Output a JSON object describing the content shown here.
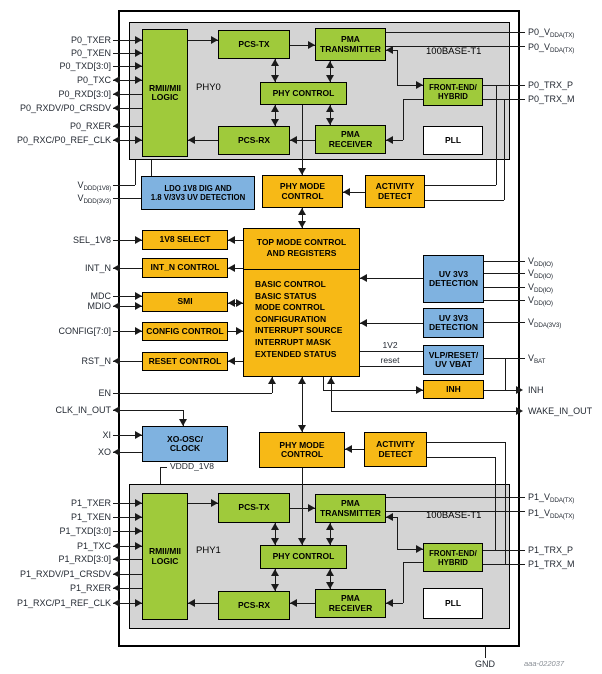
{
  "figure": {
    "gnd": "GND",
    "id": "aaa-022037"
  },
  "colors": {
    "green": "#9fca3b",
    "yellow": "#f7b916",
    "blue": "#7fb2e0",
    "gray": "#d4d4d4",
    "wire": "#1a1a1a"
  },
  "blocks": {
    "rmii0": "RMII/MII\nLOGIC",
    "pcs_tx0": "PCS-TX",
    "phy_control0": "PHY CONTROL",
    "pcs_rx0": "PCS-RX",
    "pma_tx0": "PMA\nTRANSMITTER",
    "front_end0": "FRONT-END/\nHYBRID",
    "pma_rx0": "PMA\nRECEIVER",
    "pll0": "PLL",
    "phy0_tag": "PHY0",
    "t1_0": "100BASE-T1",
    "ldo": "LDO 1V8 DIG AND\n1.8 V/3V3 UV DETECTION",
    "phy_mode0": "PHY MODE\nCONTROL",
    "activity0": "ACTIVITY\nDETECT",
    "sel_1v8": "1V8 SELECT",
    "int_n": "INT_N CONTROL",
    "smi": "SMI",
    "config": "CONFIG CONTROL",
    "reset": "RESET CONTROL",
    "top_mode_title": "TOP MODE CONTROL\nAND REGISTERS",
    "top_mode_items": "BASIC CONTROL\nBASIC STATUS\nMODE CONTROL\nCONFIGURATION\nINTERRUPT SOURCE\nINTERRUPT MASK\nEXTENDED STATUS",
    "uv1": "UV 3V3\nDETECTION",
    "uv2": "UV 3V3\nDETECTION",
    "vlp": "VLP/RESET/\nUV VBAT",
    "inh": "INH",
    "xosc": "XO-OSC/\nCLOCK",
    "phy_mode1": "PHY MODE\nCONTROL",
    "activity1": "ACTIVITY\nDETECT",
    "rmii1": "RMII/MII\nLOGIC",
    "pcs_tx1": "PCS-TX",
    "phy_control1": "PHY CONTROL",
    "pcs_rx1": "PCS-RX",
    "pma_tx1": "PMA\nTRANSMITTER",
    "front_end1": "FRONT-END/\nHYBRID",
    "pma_rx1": "PMA\nRECEIVER",
    "pll1": "PLL",
    "phy1_tag": "PHY1",
    "t1_1": "100BASE-T1"
  },
  "net_labels": {
    "v1v2": "1V2",
    "reset": "reset",
    "vddd_1v8": "VDDD_1V8"
  },
  "ports_left": [
    {
      "label": "P0_TXER",
      "dir": "in"
    },
    {
      "label": "P0_TXEN",
      "dir": "in"
    },
    {
      "label": "P0_TXD[3:0]",
      "dir": "in"
    },
    {
      "label": "P0_TXC",
      "dir": "bidir"
    },
    {
      "label": "P0_RXD[3:0]",
      "dir": "out"
    },
    {
      "label": "P0_RXDV/P0_CRSDV",
      "dir": "out"
    },
    {
      "label": "P0_RXER",
      "dir": "out"
    },
    {
      "label": "P0_RXC/P0_REF_CLK",
      "dir": "bidir"
    },
    {
      "main": "V",
      "sub": "DDD(1V8)",
      "dir": "none"
    },
    {
      "main": "V",
      "sub": "DDD(3V3)",
      "dir": "none"
    },
    {
      "label": "SEL_1V8",
      "dir": "in"
    },
    {
      "label": "INT_N",
      "dir": "out"
    },
    {
      "label": "MDC",
      "dir": "in"
    },
    {
      "label": "MDIO",
      "dir": "bidir"
    },
    {
      "label": "CONFIG[7:0]",
      "dir": "in"
    },
    {
      "label": "RST_N",
      "dir": "out"
    },
    {
      "label": "EN",
      "dir": "none"
    },
    {
      "label": "CLK_IN_OUT",
      "dir": "out"
    },
    {
      "label": "XI",
      "dir": "in"
    },
    {
      "label": "XO",
      "dir": "out"
    },
    {
      "label": "P1_TXER",
      "dir": "in"
    },
    {
      "label": "P1_TXEN",
      "dir": "in"
    },
    {
      "label": "P1_TXD[3:0]",
      "dir": "in"
    },
    {
      "label": "P1_TXC",
      "dir": "bidir"
    },
    {
      "label": "P1_RXD[3:0]",
      "dir": "out"
    },
    {
      "label": "P1_RXDV/P1_CRSDV",
      "dir": "out"
    },
    {
      "label": "P1_RXER",
      "dir": "out"
    },
    {
      "label": "P1_RXC/P1_REF_CLK",
      "dir": "bidir"
    }
  ],
  "ports_right": [
    {
      "main": "P0_V",
      "sub": "DDA(TX)",
      "dir": "none"
    },
    {
      "main": "P0_V",
      "sub": "DDA(TX)",
      "dir": "none"
    },
    {
      "label": "P0_TRX_P",
      "dir": "none"
    },
    {
      "label": "P0_TRX_M",
      "dir": "none"
    },
    {
      "main": "V",
      "sub": "DD(IO)",
      "dir": "none"
    },
    {
      "main": "V",
      "sub": "DD(IO)",
      "dir": "none"
    },
    {
      "main": "V",
      "sub": "DD(IO)",
      "dir": "none"
    },
    {
      "main": "V",
      "sub": "DD(IO)",
      "dir": "none"
    },
    {
      "main": "V",
      "sub": "DDA(3V3)",
      "dir": "none"
    },
    {
      "main": "V",
      "sub": "BAT",
      "dir": "none"
    },
    {
      "label": "INH",
      "dir": "out"
    },
    {
      "label": "WAKE_IN_OUT",
      "dir": "bidir"
    },
    {
      "main": "P1_V",
      "sub": "DDA(TX)",
      "dir": "none"
    },
    {
      "main": "P1_V",
      "sub": "DDA(TX)",
      "dir": "none"
    },
    {
      "label": "P1_TRX_P",
      "dir": "none"
    },
    {
      "label": "P1_TRX_M",
      "dir": "none"
    }
  ]
}
